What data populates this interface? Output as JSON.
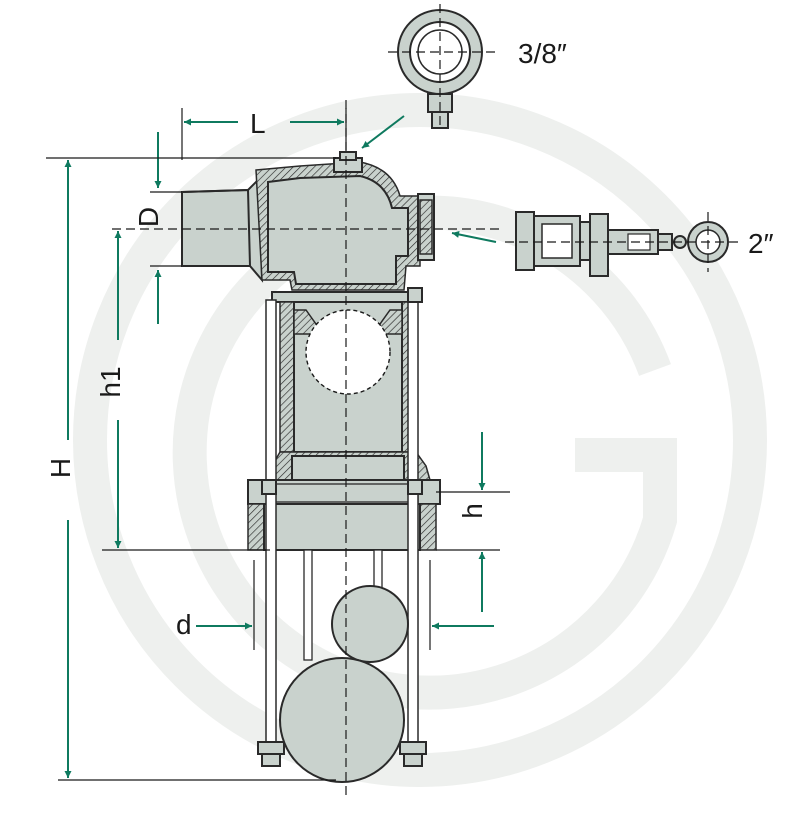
{
  "labels": {
    "L": "L",
    "D": "D",
    "h1": "h1",
    "H": "H",
    "h": "h",
    "d": "d",
    "thread_small": "3/8″",
    "thread_large": "2″"
  },
  "colors": {
    "arrow": "#0f7a5f",
    "body": "#c9d2cd",
    "watermark": "#eef0ee",
    "line": "#1a1a1a"
  }
}
